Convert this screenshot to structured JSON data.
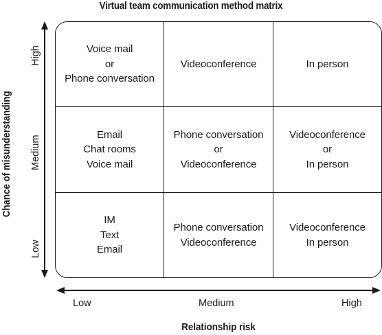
{
  "title": "Virtual team communication method matrix",
  "y_axis": {
    "label": "Chance of misunderstanding",
    "ticks": [
      "High",
      "Medium",
      "Low"
    ]
  },
  "x_axis": {
    "label": "Relationship risk",
    "ticks": [
      "Low",
      "Medium",
      "High"
    ]
  },
  "rows": [
    {
      "cells": [
        {
          "lines": [
            "Voice mail",
            "or",
            "Phone conversation"
          ]
        },
        {
          "lines": [
            "Videoconference"
          ]
        },
        {
          "lines": [
            "In person"
          ]
        }
      ]
    },
    {
      "cells": [
        {
          "lines": [
            "Email",
            "Chat rooms",
            "Voice mail"
          ]
        },
        {
          "lines": [
            "Phone conversation",
            "or",
            "Videoconference"
          ]
        },
        {
          "lines": [
            "Videoconference",
            "or",
            "In person"
          ]
        }
      ]
    },
    {
      "cells": [
        {
          "lines": [
            "IM",
            "Text",
            "Email"
          ]
        },
        {
          "lines": [
            "Phone conversation",
            "Videoconference"
          ]
        },
        {
          "lines": [
            "Videoconference",
            "In person"
          ]
        }
      ]
    }
  ]
}
